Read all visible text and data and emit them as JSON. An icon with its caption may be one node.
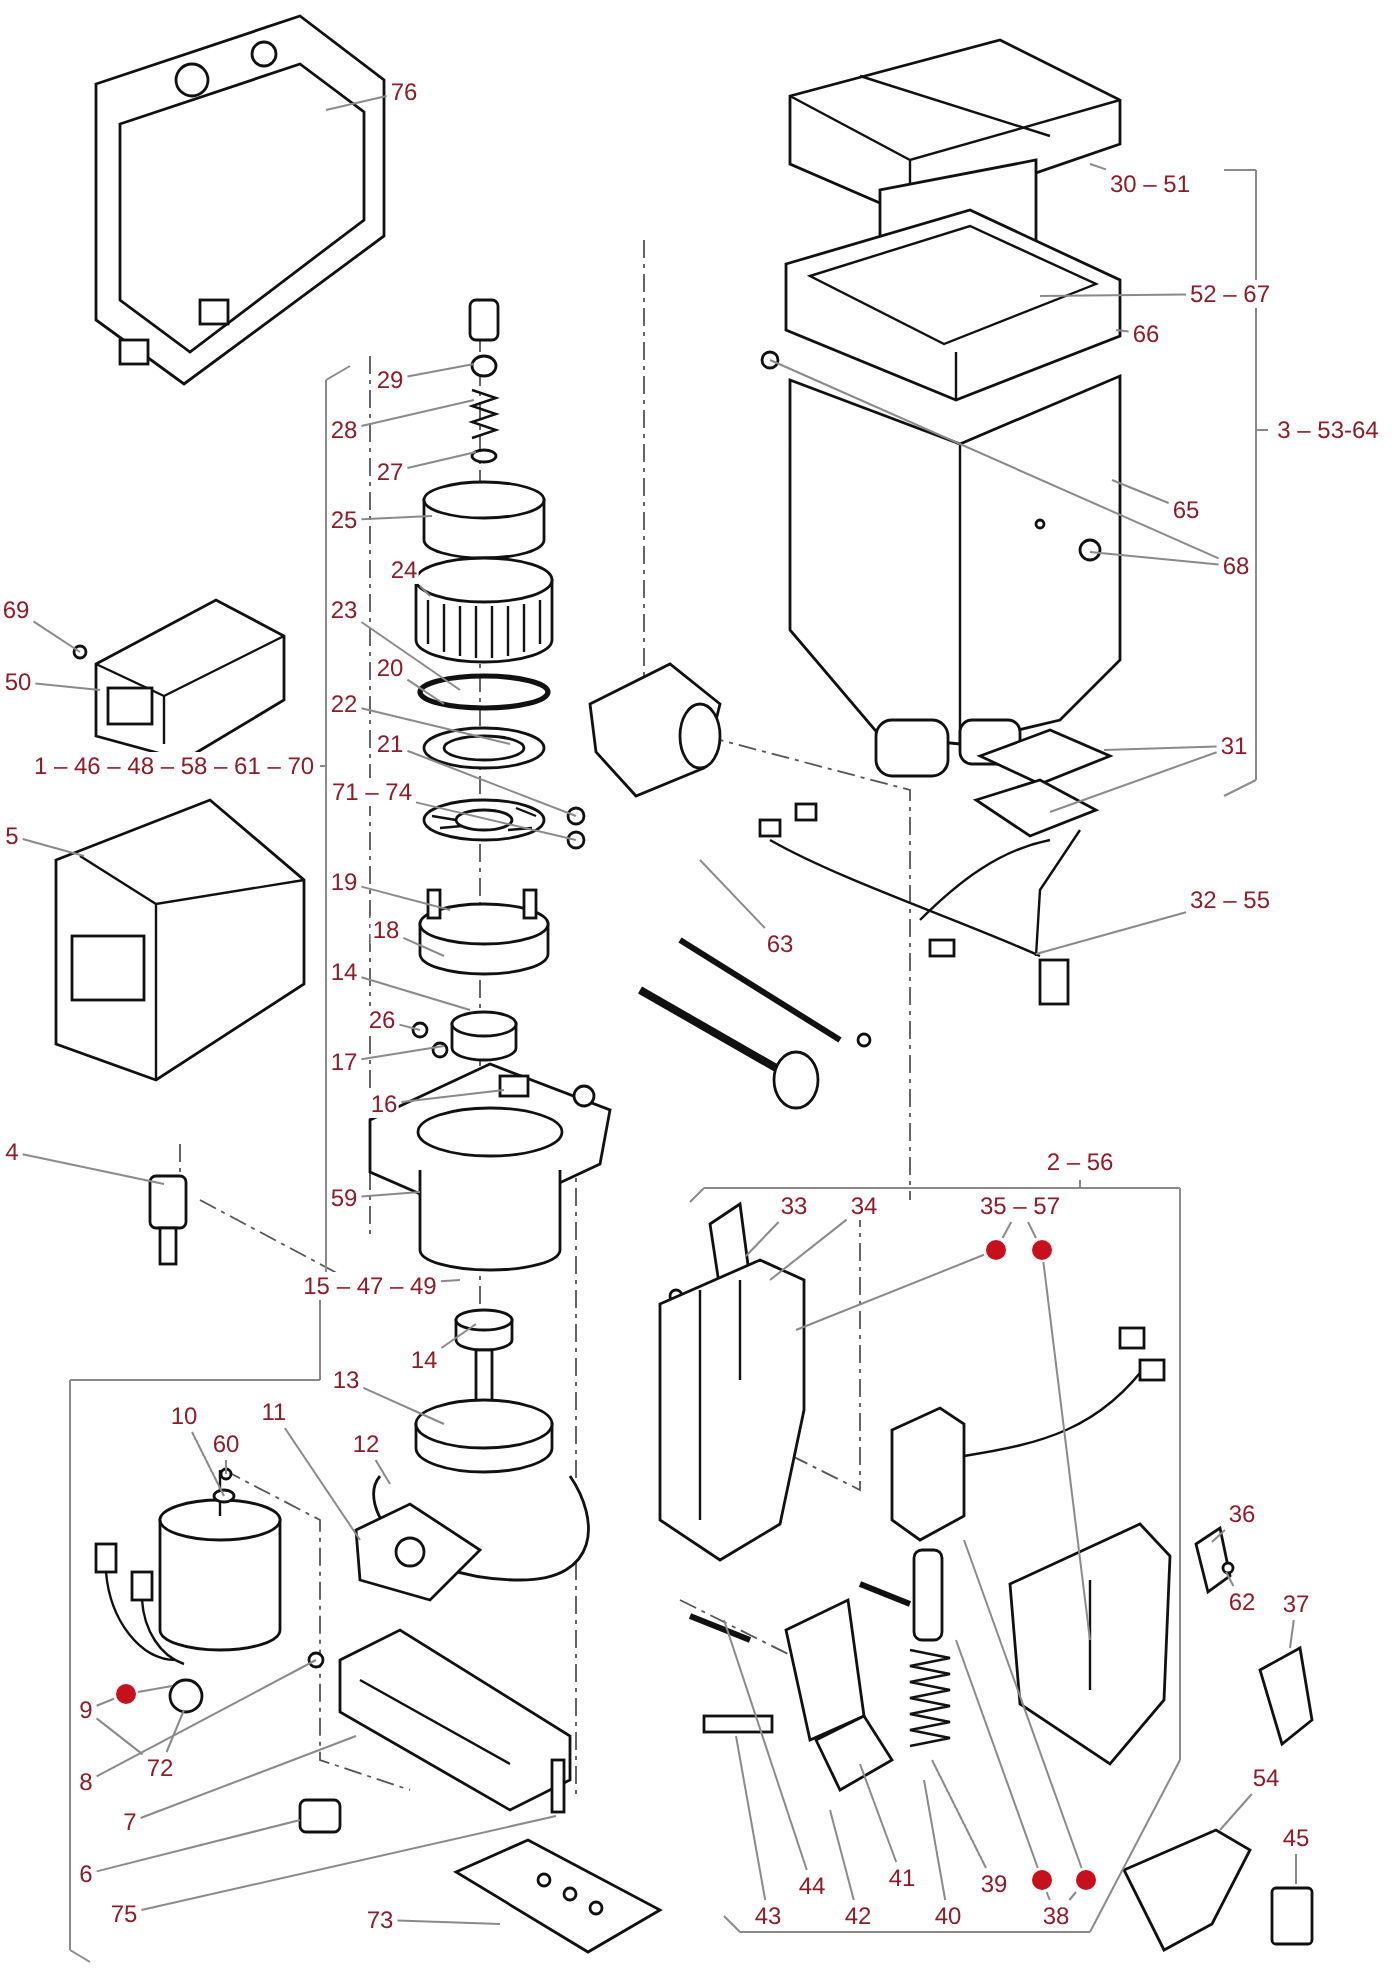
{
  "diagram": {
    "nodes": [
      {
        "text": [
          "76"
        ]
      },
      {
        "text": [
          "30 – 51"
        ]
      },
      {
        "text": [
          "29"
        ]
      },
      {
        "text": [
          "52 – 67"
        ]
      },
      {
        "text": [
          "66"
        ]
      },
      {
        "text": [
          "28"
        ]
      },
      {
        "text": [
          "3 – 53-64"
        ]
      },
      {
        "text": [
          "27"
        ]
      },
      {
        "text": [
          "65"
        ]
      },
      {
        "text": [
          "25"
        ]
      },
      {
        "text": [
          "68"
        ]
      },
      {
        "text": [
          "24"
        ]
      },
      {
        "text": [
          "69"
        ]
      },
      {
        "text": [
          "23"
        ]
      },
      {
        "text": [
          "20"
        ]
      },
      {
        "text": [
          "50"
        ]
      },
      {
        "text": [
          "22"
        ]
      },
      {
        "text": [
          "21"
        ]
      },
      {
        "text": [
          "31"
        ]
      },
      {
        "text": [
          "1 – 46 – 48 – 58 – 61 – 70"
        ]
      },
      {
        "text": [
          "71 – 74"
        ]
      },
      {
        "text": [
          "5"
        ]
      },
      {
        "text": [
          "19"
        ]
      },
      {
        "text": [
          "32 – 55"
        ]
      },
      {
        "text": [
          "63"
        ]
      },
      {
        "text": [
          "18"
        ]
      },
      {
        "text": [
          "14"
        ]
      },
      {
        "text": [
          "26"
        ]
      },
      {
        "text": [
          "17"
        ]
      },
      {
        "text": [
          "16"
        ]
      },
      {
        "text": [
          "4"
        ]
      },
      {
        "text": [
          "2 – 56"
        ]
      },
      {
        "text": [
          "59"
        ]
      },
      {
        "text": [
          "33"
        ]
      },
      {
        "text": [
          "34"
        ]
      },
      {
        "text": [
          "35 – 57"
        ]
      },
      {
        "text": [],
        "shape": "circle"
      },
      {
        "text": [],
        "shape": "circle"
      },
      {
        "text": [
          "15 – 47 – 49"
        ]
      },
      {
        "text": [
          "14"
        ]
      },
      {
        "text": [
          "13"
        ]
      },
      {
        "text": [
          "10"
        ]
      },
      {
        "text": [
          "11"
        ]
      },
      {
        "text": [
          "60"
        ]
      },
      {
        "text": [
          "12"
        ]
      },
      {
        "text": [
          "36"
        ]
      },
      {
        "text": [
          "62"
        ]
      },
      {
        "text": [
          "37"
        ]
      },
      {
        "text": [
          "9"
        ]
      },
      {
        "text": [],
        "shape": "circle"
      },
      {
        "text": [
          "72"
        ]
      },
      {
        "text": [
          "8"
        ]
      },
      {
        "text": [
          "54"
        ]
      },
      {
        "text": [
          "7"
        ]
      },
      {
        "text": [
          "45"
        ]
      },
      {
        "text": [
          "6"
        ]
      },
      {
        "text": [
          "44"
        ]
      },
      {
        "text": [
          "41"
        ]
      },
      {
        "text": [
          "39"
        ]
      },
      {
        "text": [],
        "shape": "circle"
      },
      {
        "text": [],
        "shape": "circle"
      },
      {
        "text": [
          "75"
        ]
      },
      {
        "text": [
          "43"
        ]
      },
      {
        "text": [
          "42"
        ]
      },
      {
        "text": [
          "40"
        ]
      },
      {
        "text": [
          "38"
        ]
      },
      {
        "text": [
          "73"
        ]
      }
    ],
    "edges": [
      {
        "from": 0,
        "to": null,
        "arrow": "none"
      },
      {
        "from": 1,
        "to": null,
        "arrow": "none"
      },
      {
        "from": 2,
        "to": null,
        "arrow": "none"
      },
      {
        "from": 3,
        "to": null,
        "arrow": "none"
      },
      {
        "from": 4,
        "to": null,
        "arrow": "none"
      },
      {
        "from": 5,
        "to": null,
        "arrow": "none"
      },
      {
        "from": 7,
        "to": null,
        "arrow": "none"
      },
      {
        "from": 8,
        "to": null,
        "arrow": "none"
      },
      {
        "from": 9,
        "to": null,
        "arrow": "none"
      },
      {
        "from": 10,
        "to": null,
        "arrow": "none"
      },
      {
        "from": 10,
        "to": null,
        "arrow": "none"
      },
      {
        "from": 11,
        "to": null,
        "arrow": "none"
      },
      {
        "from": 12,
        "to": null,
        "arrow": "none"
      },
      {
        "from": 13,
        "to": null,
        "arrow": "none"
      },
      {
        "from": 14,
        "to": null,
        "arrow": "none"
      },
      {
        "from": 15,
        "to": null,
        "arrow": "none"
      },
      {
        "from": 16,
        "to": null,
        "arrow": "none"
      },
      {
        "from": 17,
        "to": null,
        "arrow": "none"
      },
      {
        "from": 18,
        "to": null,
        "arrow": "none"
      },
      {
        "from": 18,
        "to": null,
        "arrow": "none"
      },
      {
        "from": 20,
        "to": null,
        "arrow": "none"
      },
      {
        "from": 21,
        "to": null,
        "arrow": "none"
      },
      {
        "from": 22,
        "to": null,
        "arrow": "none"
      },
      {
        "from": 23,
        "to": null,
        "arrow": "none"
      },
      {
        "from": 24,
        "to": null,
        "arrow": "none"
      },
      {
        "from": 25,
        "to": null,
        "arrow": "none"
      },
      {
        "from": 26,
        "to": null,
        "arrow": "none"
      },
      {
        "from": 27,
        "to": null,
        "arrow": "none"
      },
      {
        "from": 28,
        "to": null,
        "arrow": "none"
      },
      {
        "from": 29,
        "to": null,
        "arrow": "none"
      },
      {
        "from": 30,
        "to": null,
        "arrow": "none"
      },
      {
        "from": 32,
        "to": null,
        "arrow": "none"
      },
      {
        "from": 33,
        "to": null,
        "arrow": "none"
      },
      {
        "from": 34,
        "to": null,
        "arrow": "none"
      },
      {
        "from": 36,
        "to": null,
        "arrow": "none"
      },
      {
        "from": 37,
        "to": null,
        "arrow": "none"
      },
      {
        "from": 38,
        "to": null,
        "arrow": "none"
      },
      {
        "from": 39,
        "to": null,
        "arrow": "none"
      },
      {
        "from": 40,
        "to": null,
        "arrow": "none"
      },
      {
        "from": 44,
        "to": null,
        "arrow": "none"
      },
      {
        "from": 42,
        "to": null,
        "arrow": "none"
      },
      {
        "from": 41,
        "to": null,
        "arrow": "none"
      },
      {
        "from": 43,
        "to": null,
        "arrow": "none"
      },
      {
        "from": 45,
        "to": null,
        "arrow": "none"
      },
      {
        "from": 46,
        "to": null,
        "arrow": "none"
      },
      {
        "from": 47,
        "to": null,
        "arrow": "none"
      },
      {
        "from": 49,
        "to": null,
        "arrow": "none"
      },
      {
        "from": 50,
        "to": null,
        "arrow": "none"
      },
      {
        "from": 51,
        "to": null,
        "arrow": "none"
      },
      {
        "from": 53,
        "to": null,
        "arrow": "none"
      },
      {
        "from": 52,
        "to": null,
        "arrow": "none"
      },
      {
        "from": 54,
        "to": null,
        "arrow": "none"
      },
      {
        "from": 55,
        "to": null,
        "arrow": "none"
      },
      {
        "from": 56,
        "to": null,
        "arrow": "none"
      },
      {
        "from": 57,
        "to": null,
        "arrow": "none"
      },
      {
        "from": 58,
        "to": null,
        "arrow": "none"
      },
      {
        "from": 59,
        "to": null,
        "arrow": "none"
      },
      {
        "from": 60,
        "to": null,
        "arrow": "none"
      },
      {
        "from": 61,
        "to": null,
        "arrow": "none"
      },
      {
        "from": 62,
        "to": null,
        "arrow": "none"
      },
      {
        "from": 63,
        "to": null,
        "arrow": "none"
      },
      {
        "from": 64,
        "to": null,
        "arrow": "none"
      },
      {
        "from": 66,
        "to": null,
        "arrow": "none"
      },
      {
        "from": 35,
        "to": 36,
        "arrow": "none"
      },
      {
        "from": 35,
        "to": 37,
        "arrow": "none"
      },
      {
        "from": 65,
        "to": 59,
        "arrow": "none"
      },
      {
        "from": 65,
        "to": 60,
        "arrow": "none"
      },
      {
        "from": 48,
        "to": 49,
        "arrow": "none"
      },
      {
        "from": 48,
        "to": 50,
        "arrow": "none"
      }
    ]
  }
}
